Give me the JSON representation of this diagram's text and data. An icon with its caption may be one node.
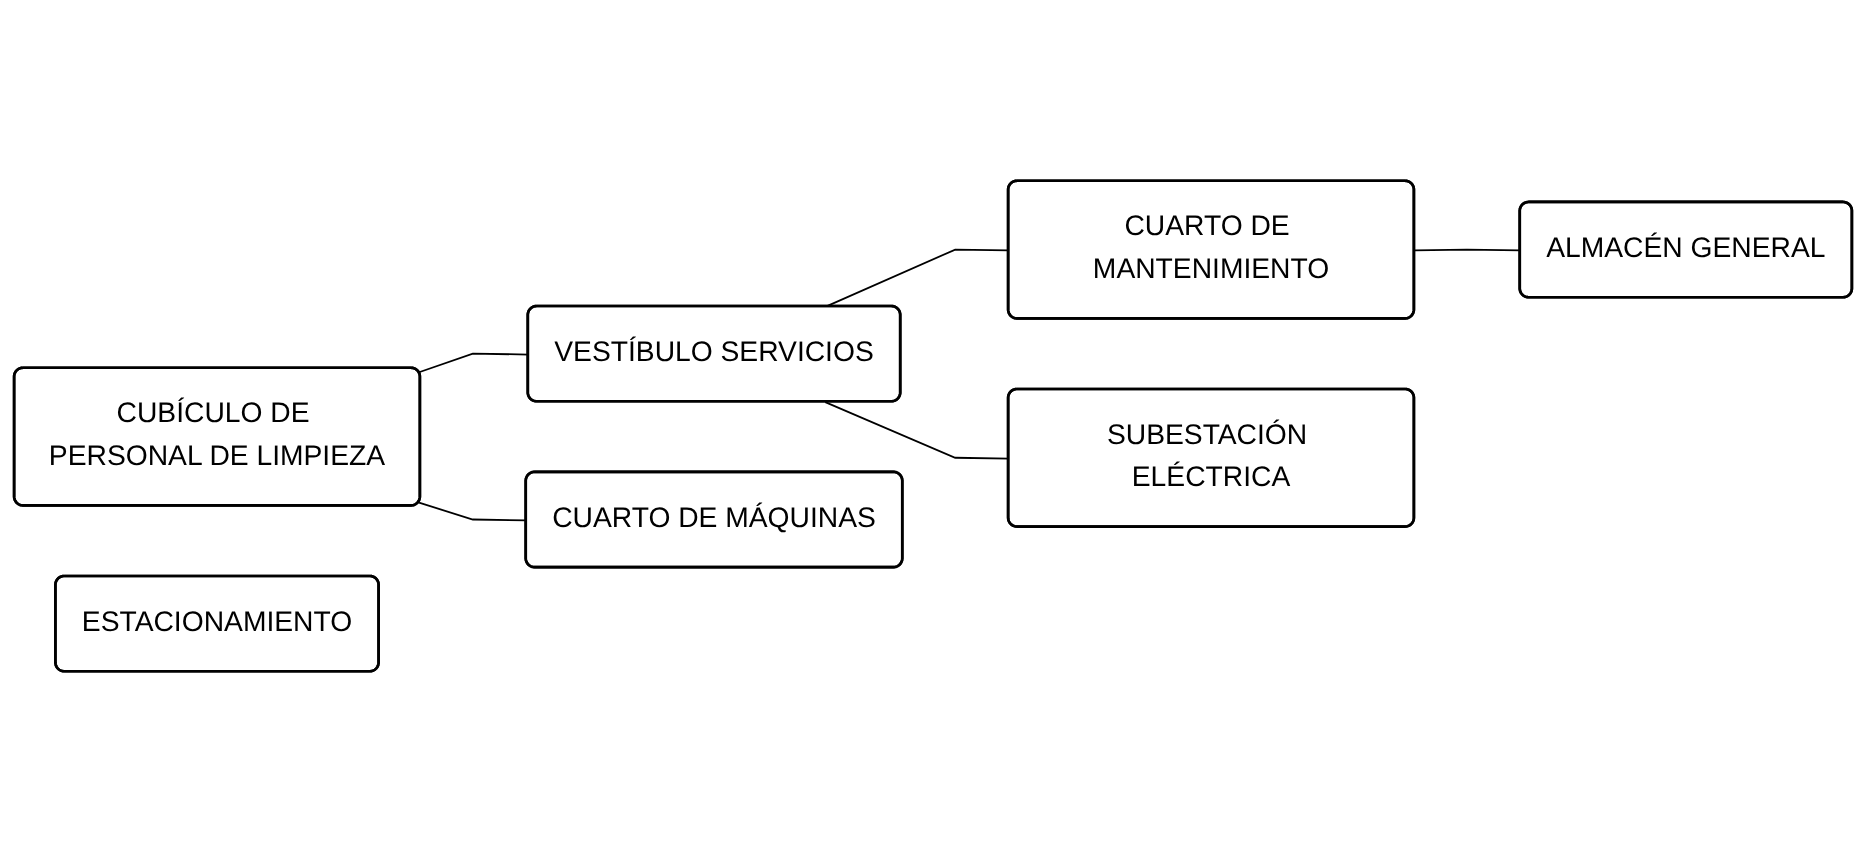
{
  "diagram": {
    "nodes": [
      {
        "text": [
          "VESTÍBULO SERVICIOS"
        ]
      },
      {
        "text": [
          "CUARTO DE MANTENIMIENTO"
        ]
      },
      {
        "text": [
          "CUBÍCULO DE PERSONAL DE LIMPIEZA"
        ]
      },
      {
        "text": [
          "ALMACÉN GENERAL"
        ]
      },
      {
        "text": [
          "CUARTO DE MÁQUINAS"
        ]
      },
      {
        "text": [
          "SUBESTACIÓN ELÉCTRICA"
        ]
      },
      {
        "text": [
          "ESTACIONAMIENTO"
        ]
      }
    ],
    "edges": [
      {
        "from": 2,
        "to": 0,
        "arrow": "none"
      },
      {
        "from": 0,
        "to": 1,
        "arrow": "none"
      },
      {
        "from": 1,
        "to": 3,
        "arrow": "none"
      },
      {
        "from": 2,
        "to": 4,
        "arrow": "none"
      },
      {
        "from": 0,
        "to": 5,
        "arrow": "none"
      }
    ]
  }
}
